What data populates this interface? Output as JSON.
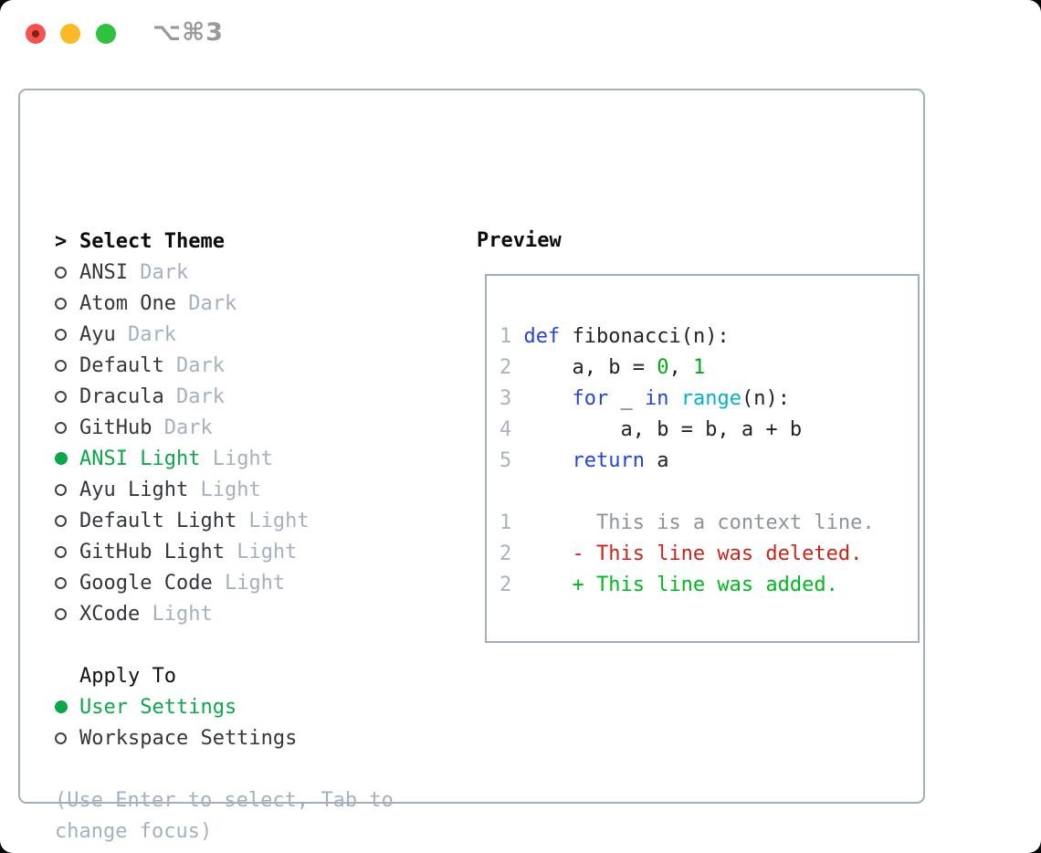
{
  "window": {
    "shortcut_label": "⌥⌘3"
  },
  "colors": {
    "selected_green": "#0ca748",
    "keyword_blue": "#2544d8",
    "builtin_cyan": "#00b2c2",
    "literal_green": "#00ab17",
    "diff_deleted_red": "#c9241a",
    "diff_added_green": "#00b81f",
    "muted_gray": "#a6b0bf",
    "border_gray": "#a4adb8",
    "traffic_red": "#f4544d",
    "traffic_yellow": "#fcb827",
    "traffic_green": "#2fc23f"
  },
  "sidebar": {
    "header": {
      "cursor": ">",
      "label": "Select Theme"
    },
    "themes": [
      {
        "name": "ANSI",
        "tag": "Dark",
        "selected": false
      },
      {
        "name": "Atom One",
        "tag": "Dark",
        "selected": false
      },
      {
        "name": "Ayu",
        "tag": "Dark",
        "selected": false
      },
      {
        "name": "Default",
        "tag": "Dark",
        "selected": false
      },
      {
        "name": "Dracula",
        "tag": "Dark",
        "selected": false
      },
      {
        "name": "GitHub",
        "tag": "Dark",
        "selected": false
      },
      {
        "name": "ANSI Light",
        "tag": "Light",
        "selected": true
      },
      {
        "name": "Ayu Light",
        "tag": "Light",
        "selected": false
      },
      {
        "name": "Default Light",
        "tag": "Light",
        "selected": false
      },
      {
        "name": "GitHub Light",
        "tag": "Light",
        "selected": false
      },
      {
        "name": "Google Code",
        "tag": "Light",
        "selected": false
      },
      {
        "name": "XCode",
        "tag": "Light",
        "selected": false
      }
    ],
    "apply_to": {
      "label": "Apply To",
      "options": [
        {
          "label": "User Settings",
          "selected": true
        },
        {
          "label": "Workspace Settings",
          "selected": false
        }
      ]
    },
    "help": [
      "(Use Enter to select, Tab to",
      "change focus)"
    ]
  },
  "preview": {
    "label": "Preview",
    "code_lines": [
      [],
      [
        {
          "t": "1 ",
          "c": "ln"
        },
        {
          "t": "def",
          "c": "kw"
        },
        {
          "t": " fibonacci(n):",
          "c": "pl"
        }
      ],
      [
        {
          "t": "2 ",
          "c": "ln"
        },
        {
          "t": "    a, b = ",
          "c": "pl"
        },
        {
          "t": "0",
          "c": "num"
        },
        {
          "t": ", ",
          "c": "pl"
        },
        {
          "t": "1",
          "c": "num"
        }
      ],
      [
        {
          "t": "3 ",
          "c": "ln"
        },
        {
          "t": "    ",
          "c": "pl"
        },
        {
          "t": "for",
          "c": "kw"
        },
        {
          "t": " _ ",
          "c": "pl"
        },
        {
          "t": "in",
          "c": "kw"
        },
        {
          "t": " ",
          "c": "pl"
        },
        {
          "t": "range",
          "c": "bi"
        },
        {
          "t": "(n):",
          "c": "pl"
        }
      ],
      [
        {
          "t": "4 ",
          "c": "ln"
        },
        {
          "t": "        a, b = b, a + b",
          "c": "pl"
        }
      ],
      [
        {
          "t": "5 ",
          "c": "ln"
        },
        {
          "t": "    ",
          "c": "pl"
        },
        {
          "t": "return",
          "c": "kw"
        },
        {
          "t": " a",
          "c": "pl"
        }
      ],
      [],
      [
        {
          "t": "1 ",
          "c": "ln"
        },
        {
          "t": "      This is a context line.",
          "c": "ctx"
        }
      ],
      [
        {
          "t": "2 ",
          "c": "ln"
        },
        {
          "t": "    - This line was deleted.",
          "c": "del"
        }
      ],
      [
        {
          "t": "2 ",
          "c": "ln"
        },
        {
          "t": "    + This line was added.",
          "c": "add"
        }
      ]
    ]
  }
}
